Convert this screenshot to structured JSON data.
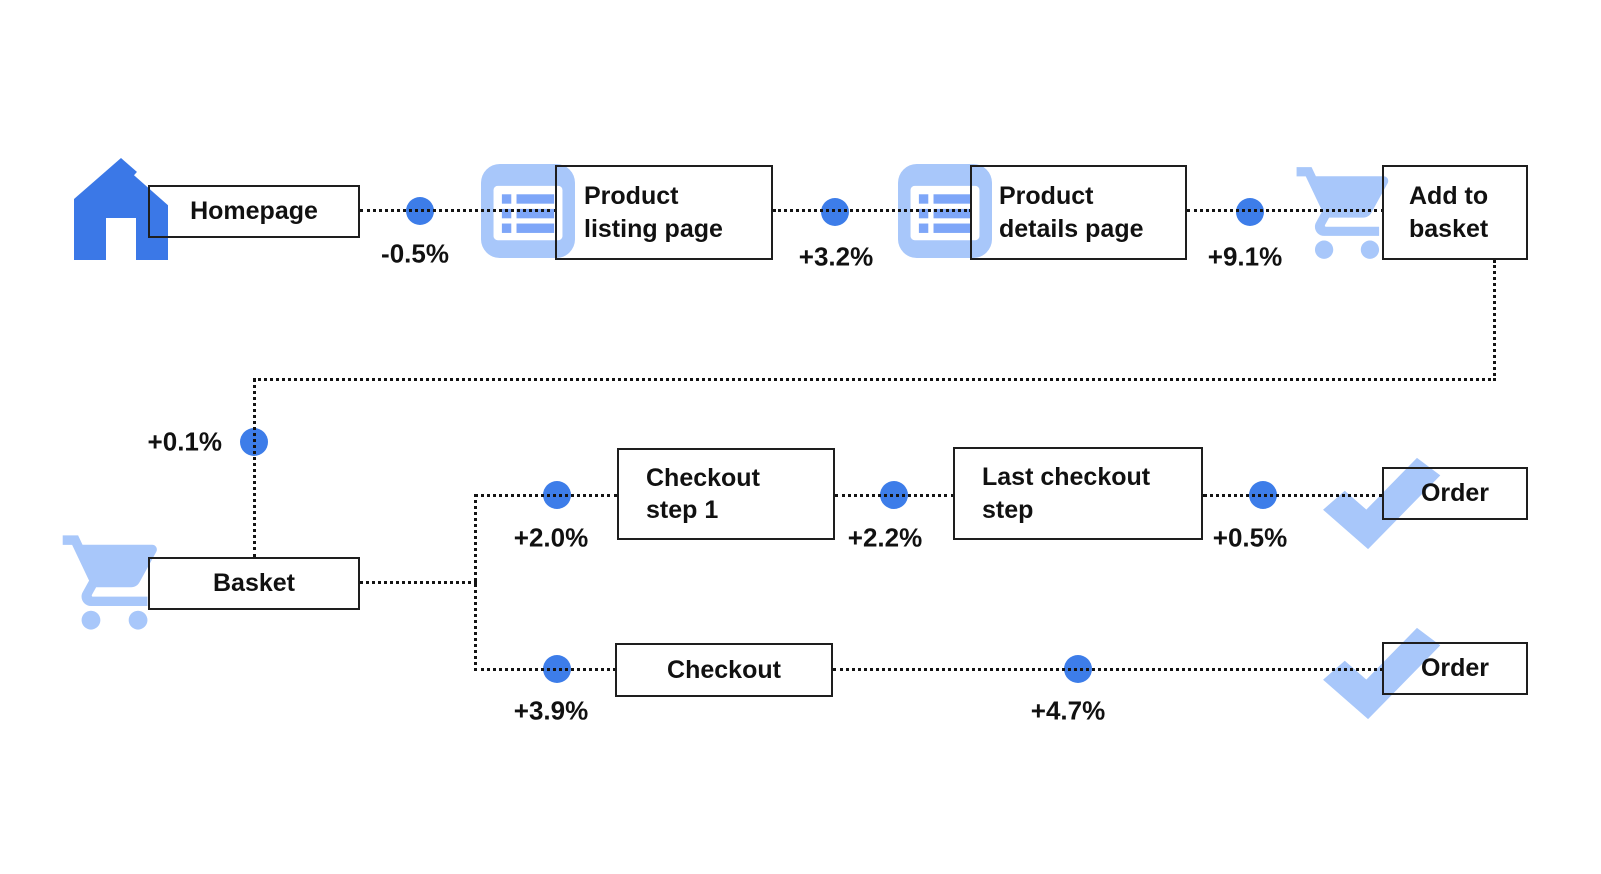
{
  "diagram": {
    "type": "conversion-funnel-flow",
    "nodes": [
      {
        "id": "homepage",
        "label": "Homepage",
        "icon": "home-icon"
      },
      {
        "id": "product-listing-page",
        "label": "Product\nlisting page",
        "icon": "page-list-icon"
      },
      {
        "id": "product-details-page",
        "label": "Product\ndetails page",
        "icon": "page-list-icon"
      },
      {
        "id": "add-to-basket",
        "label": "Add to\nbasket",
        "icon": "cart-icon"
      },
      {
        "id": "basket",
        "label": "Basket",
        "icon": "cart-icon"
      },
      {
        "id": "checkout-step-1",
        "label": "Checkout\nstep 1",
        "icon": null
      },
      {
        "id": "last-checkout-step",
        "label": "Last checkout\nstep",
        "icon": null
      },
      {
        "id": "order-top",
        "label": "Order",
        "icon": "check-icon"
      },
      {
        "id": "checkout",
        "label": "Checkout",
        "icon": null
      },
      {
        "id": "order-bottom",
        "label": "Order",
        "icon": "check-icon"
      }
    ],
    "edges": [
      {
        "from": "homepage",
        "to": "product-listing-page",
        "delta": "-0.5%"
      },
      {
        "from": "product-listing-page",
        "to": "product-details-page",
        "delta": "+3.2%"
      },
      {
        "from": "product-details-page",
        "to": "add-to-basket",
        "delta": "+9.1%"
      },
      {
        "from": "add-to-basket",
        "to": "basket",
        "delta": "+0.1%"
      },
      {
        "from": "basket",
        "to": "checkout-step-1",
        "delta": "+2.0%"
      },
      {
        "from": "checkout-step-1",
        "to": "last-checkout-step",
        "delta": "+2.2%"
      },
      {
        "from": "last-checkout-step",
        "to": "order-top",
        "delta": "+0.5%"
      },
      {
        "from": "basket",
        "to": "checkout",
        "delta": "+3.9%"
      },
      {
        "from": "checkout",
        "to": "order-bottom",
        "delta": "+4.7%"
      }
    ],
    "colors": {
      "solid_blue": "#3B78E7",
      "dot_blue": "#3D7DE9",
      "icon_light_blue": "#A8C7FA",
      "icon_bar_blue": "#7EA6F8",
      "line_color": "#141414",
      "text_color": "#111111"
    }
  }
}
